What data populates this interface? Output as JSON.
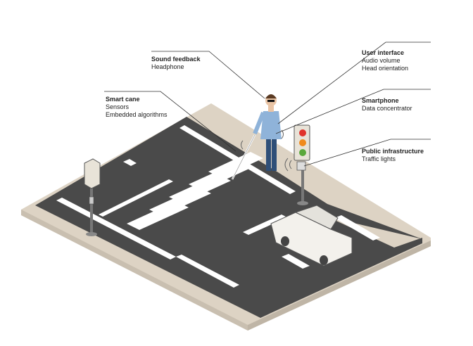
{
  "labels": {
    "sound": {
      "title": "Sound feedback",
      "lines": [
        "Headphone"
      ]
    },
    "ui": {
      "title": "User interface",
      "lines": [
        "Audio volume",
        "Head orientation"
      ]
    },
    "cane": {
      "title": "Smart cane",
      "lines": [
        "Sensors",
        "Embedded algorithms"
      ]
    },
    "phone": {
      "title": "Smartphone",
      "lines": [
        "Data concentrator"
      ]
    },
    "infra": {
      "title": "Public infrastructure",
      "lines": [
        "Traffic lights"
      ]
    }
  },
  "colors": {
    "asphalt": "#4a4a4a",
    "sidewalk": "#ddd3c4",
    "shirt": "#8fb3d9",
    "pants": "#2f4f78",
    "red": "#e0332b",
    "amber": "#f08a1c",
    "green": "#5aa83c"
  }
}
